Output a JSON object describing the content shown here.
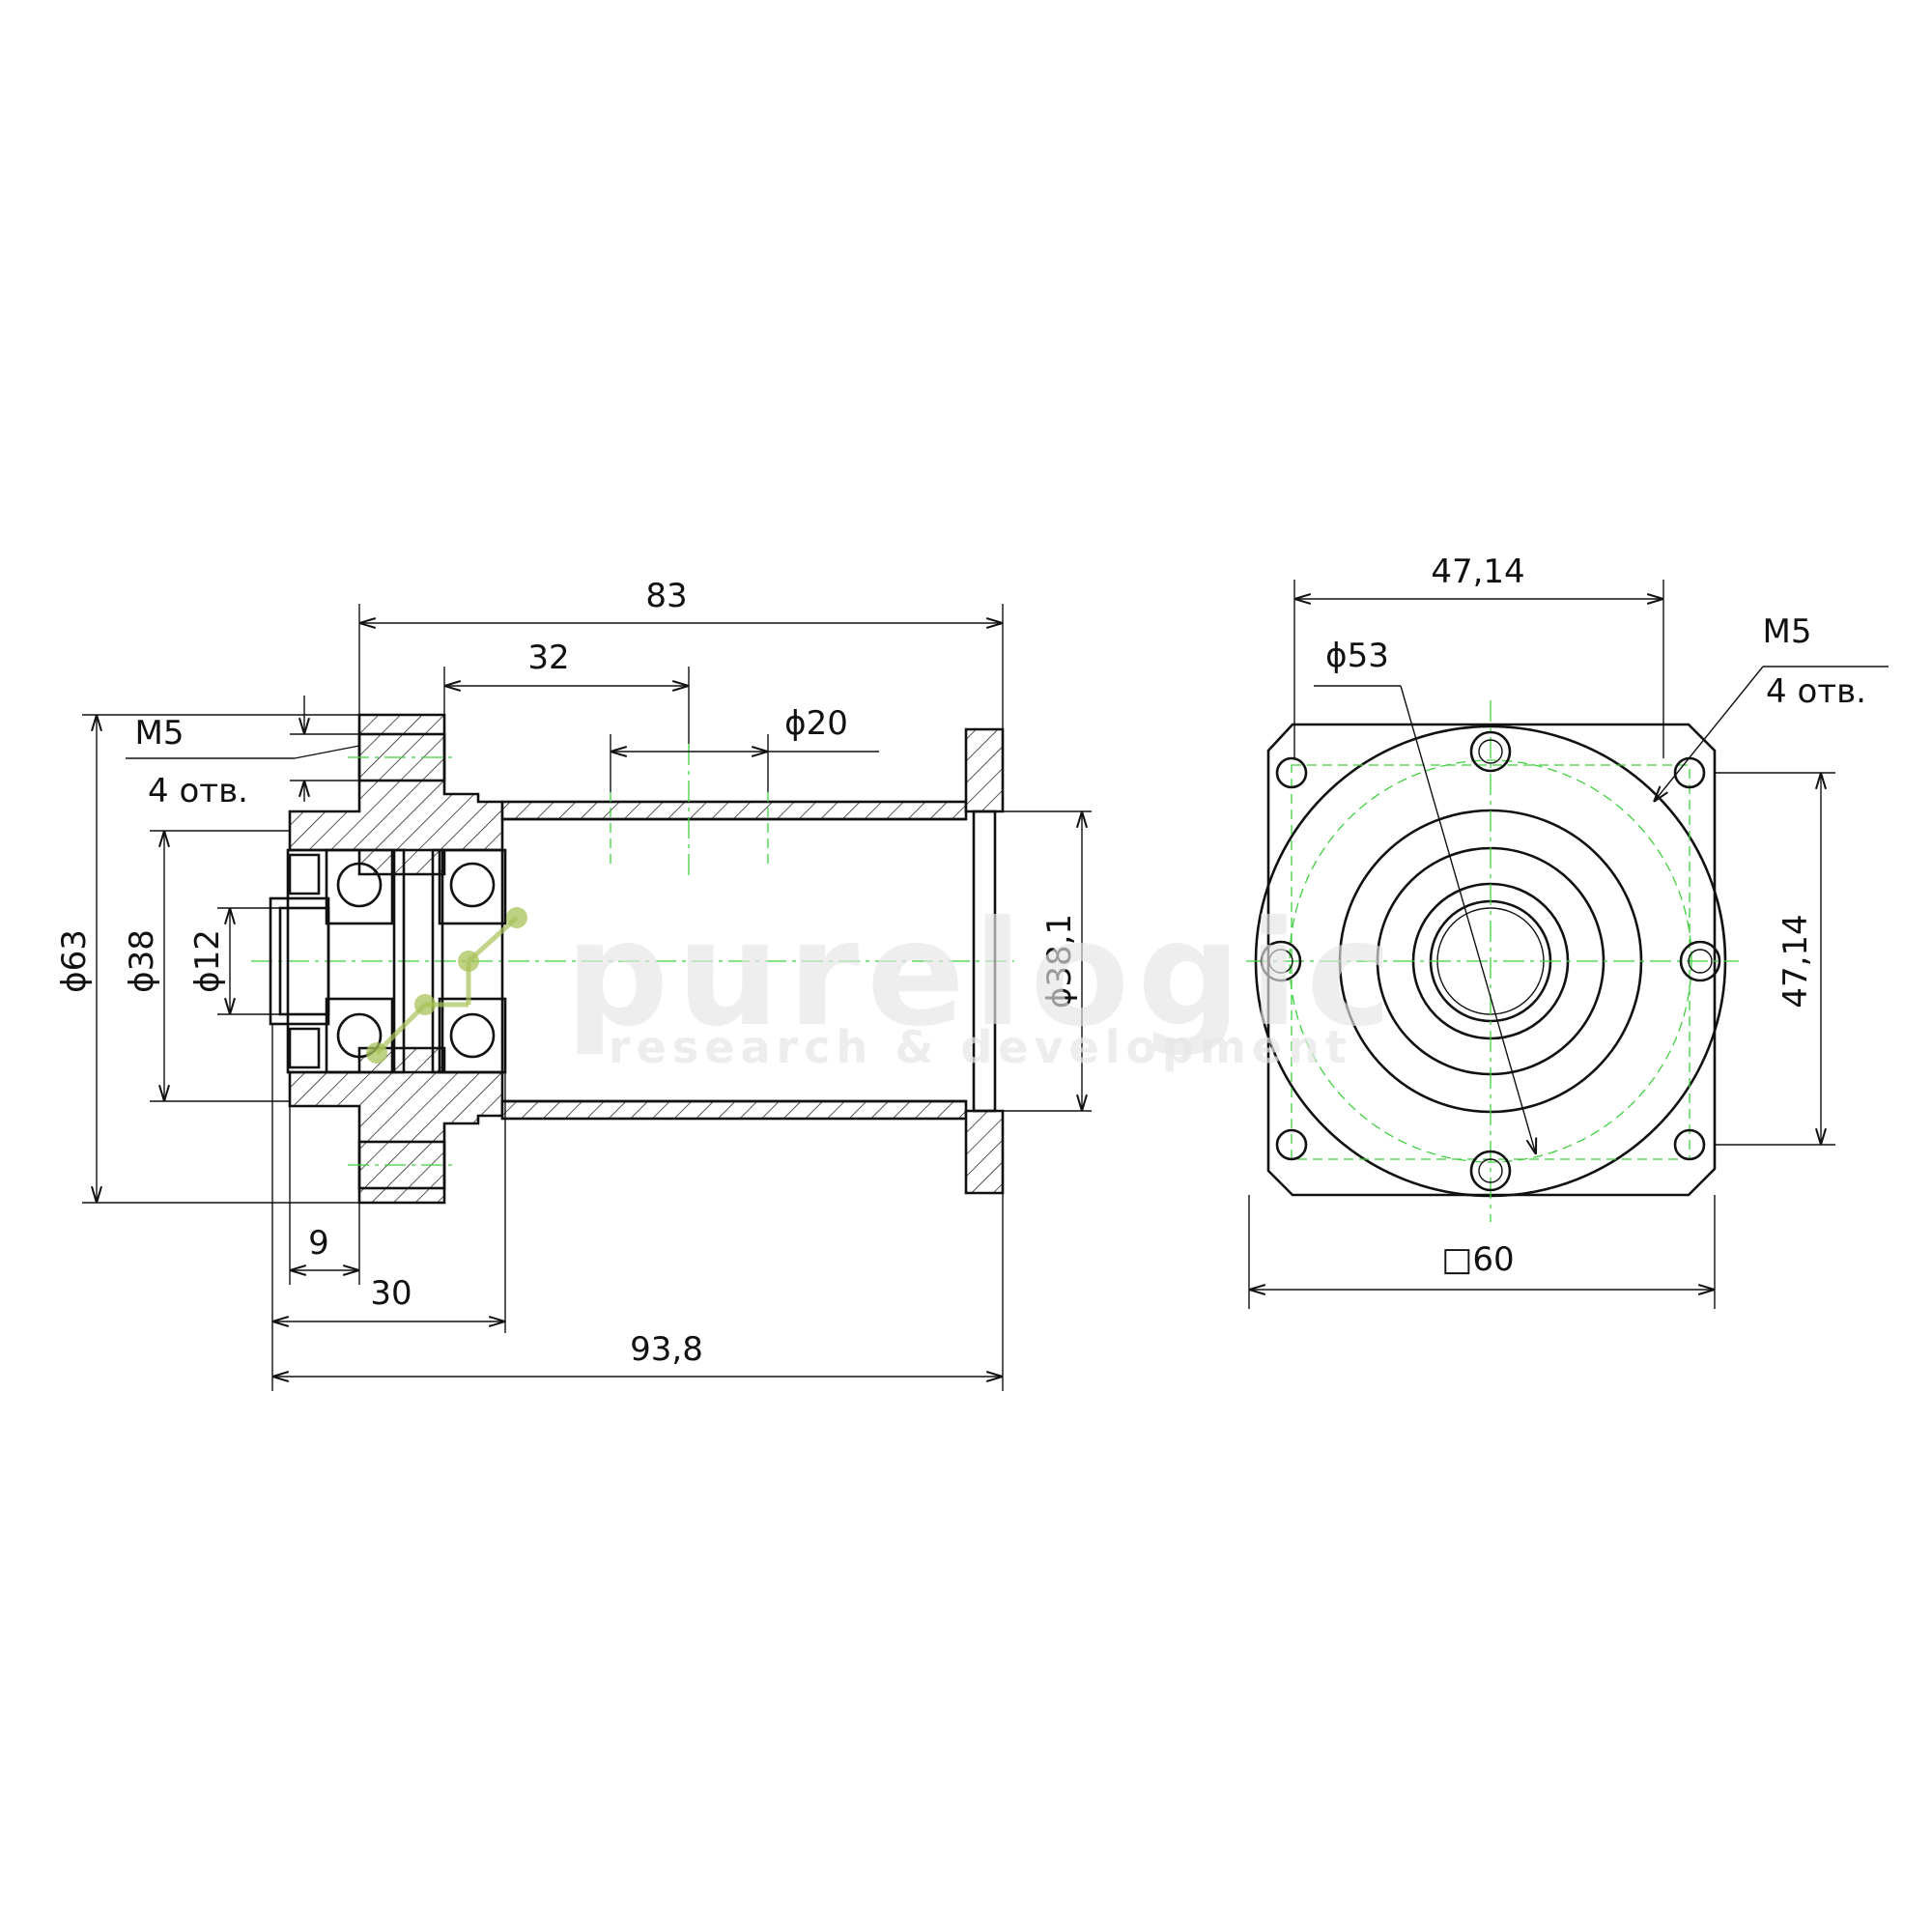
{
  "side_view": {
    "dim_83": "83",
    "dim_32": "32",
    "dim_d20": "ϕ20",
    "dim_m5": "M5",
    "dim_4holes": "4 отв.",
    "dim_d63": "ϕ63",
    "dim_d38": "ϕ38",
    "dim_d12": "ϕ12",
    "dim_d38_1": "ϕ38,1",
    "dim_9": "9",
    "dim_30": "30",
    "dim_93_8": "93,8"
  },
  "front_view": {
    "dim_47_14_top": "47,14",
    "dim_d53": "ϕ53",
    "dim_m5": "M5",
    "dim_4holes": "4 отв.",
    "dim_47_14_right": "47,14",
    "dim_square60": "□60"
  },
  "watermark": {
    "brand": "purelogic",
    "tagline": "research & development"
  },
  "colors": {
    "line": "#111111",
    "centerline": "#3fd13f",
    "watermark": "#e6e6e6",
    "logo_accent": "#a9c25a"
  }
}
